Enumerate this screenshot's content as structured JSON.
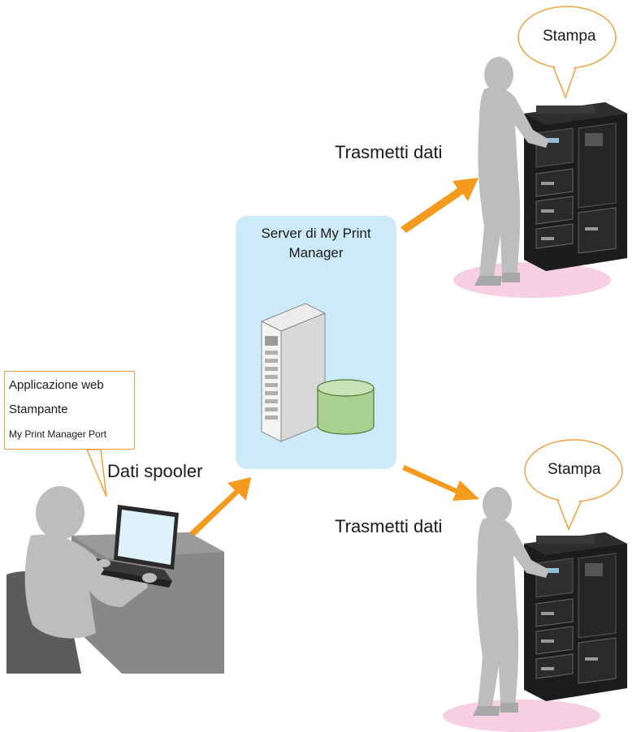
{
  "server": {
    "title_line1": "Server di My Print",
    "title_line2": "Manager"
  },
  "callout": {
    "items": [
      "Applicazione web",
      "Stampante",
      "My Print Manager Port"
    ]
  },
  "labels": {
    "spooler": "Dati spooler",
    "transmit_top": "Trasmetti dati",
    "transmit_bottom": "Trasmetti dati",
    "print_top": "Stampa",
    "print_bottom": "Stampa"
  },
  "colors": {
    "arrow": "#f39a1f",
    "server_panel": "#cdeaf8",
    "callout_border": "#f0a040",
    "silhouette": "#bdbdbd",
    "database": "#a9d08e",
    "pink_base": "#f6cfe3"
  }
}
